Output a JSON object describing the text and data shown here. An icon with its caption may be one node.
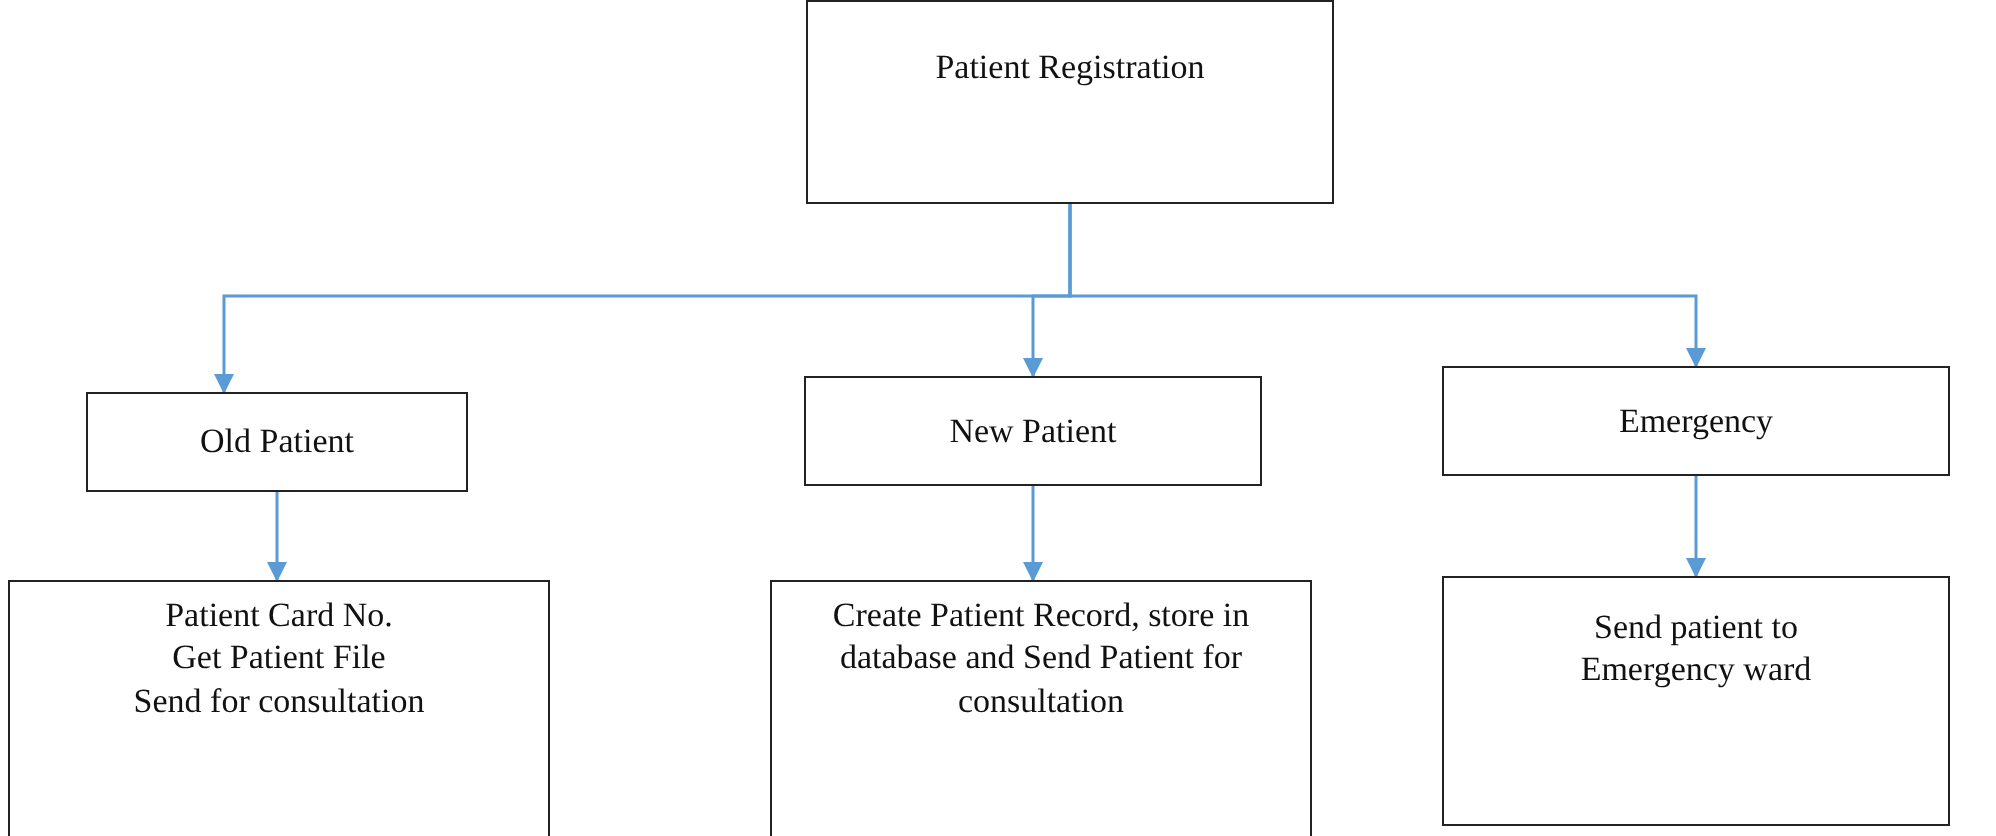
{
  "diagram": {
    "nodes": [
      {
        "text": [
          "Patient Registration"
        ]
      },
      {
        "text": [
          "Old Patient"
        ]
      },
      {
        "text": [
          "New Patient"
        ]
      },
      {
        "text": [
          "Emergency"
        ]
      },
      {
        "text": [
          "Patient Card No.",
          "Get Patient File",
          "Send for consultation"
        ]
      },
      {
        "text": [
          "Create Patient Record, store in database and Send Patient for consultation"
        ]
      },
      {
        "text": [
          "Send patient to Emergency ward"
        ]
      }
    ],
    "edges": [
      {
        "from": 0,
        "to": 1,
        "arrow": "to"
      },
      {
        "from": 0,
        "to": 2,
        "arrow": "to"
      },
      {
        "from": 0,
        "to": 3,
        "arrow": "to"
      },
      {
        "from": 1,
        "to": 4,
        "arrow": "to"
      },
      {
        "from": 2,
        "to": 5,
        "arrow": "to"
      },
      {
        "from": 3,
        "to": 6,
        "arrow": "to"
      }
    ]
  }
}
